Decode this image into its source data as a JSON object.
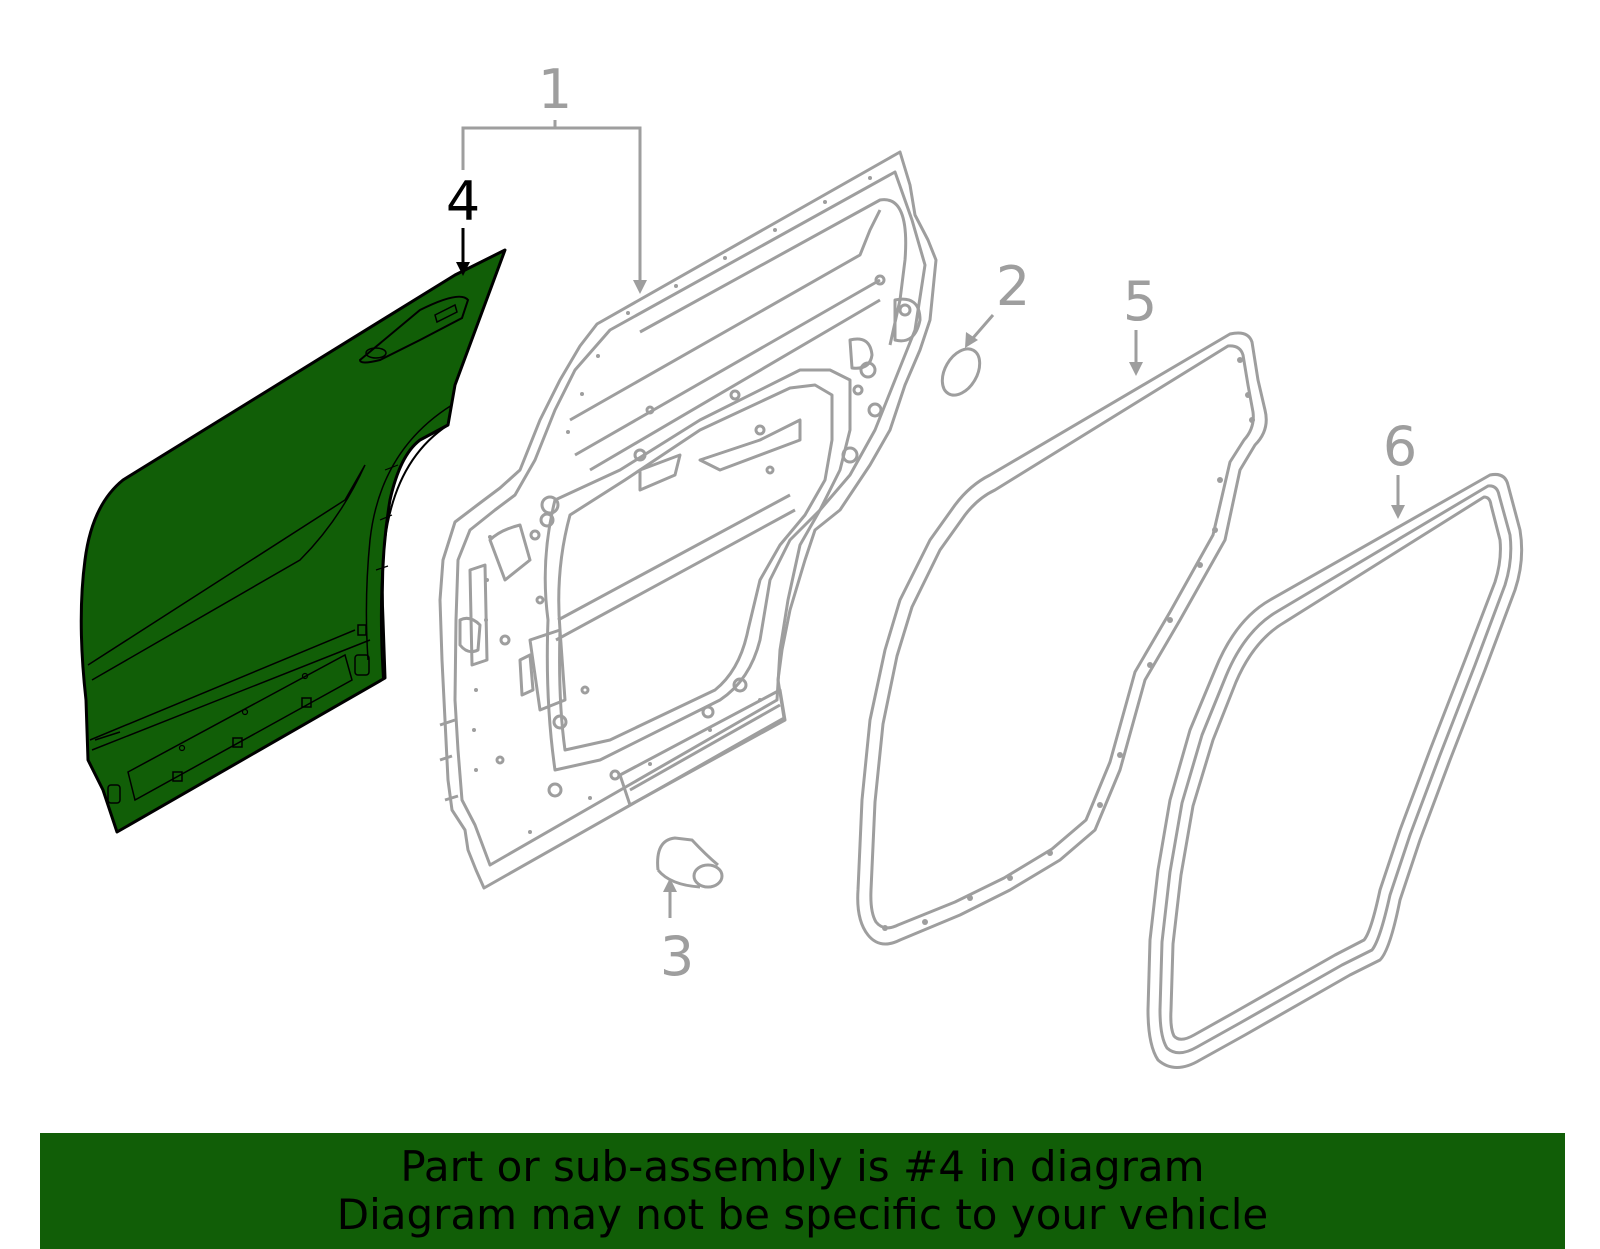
{
  "callouts": [
    {
      "label": "1",
      "highlighted": false
    },
    {
      "label": "2",
      "highlighted": false
    },
    {
      "label": "3",
      "highlighted": false
    },
    {
      "label": "4",
      "highlighted": true
    },
    {
      "label": "5",
      "highlighted": false
    },
    {
      "label": "6",
      "highlighted": false
    }
  ],
  "banner": {
    "line1": "Part or sub-assembly is #4 in diagram",
    "line2": "Diagram may not be specific to your vehicle"
  },
  "colors": {
    "highlight_fill": "#115e07",
    "banner_bg": "#115e07",
    "line_gray": "#9e9e9e",
    "highlight_stroke": "#000000"
  }
}
